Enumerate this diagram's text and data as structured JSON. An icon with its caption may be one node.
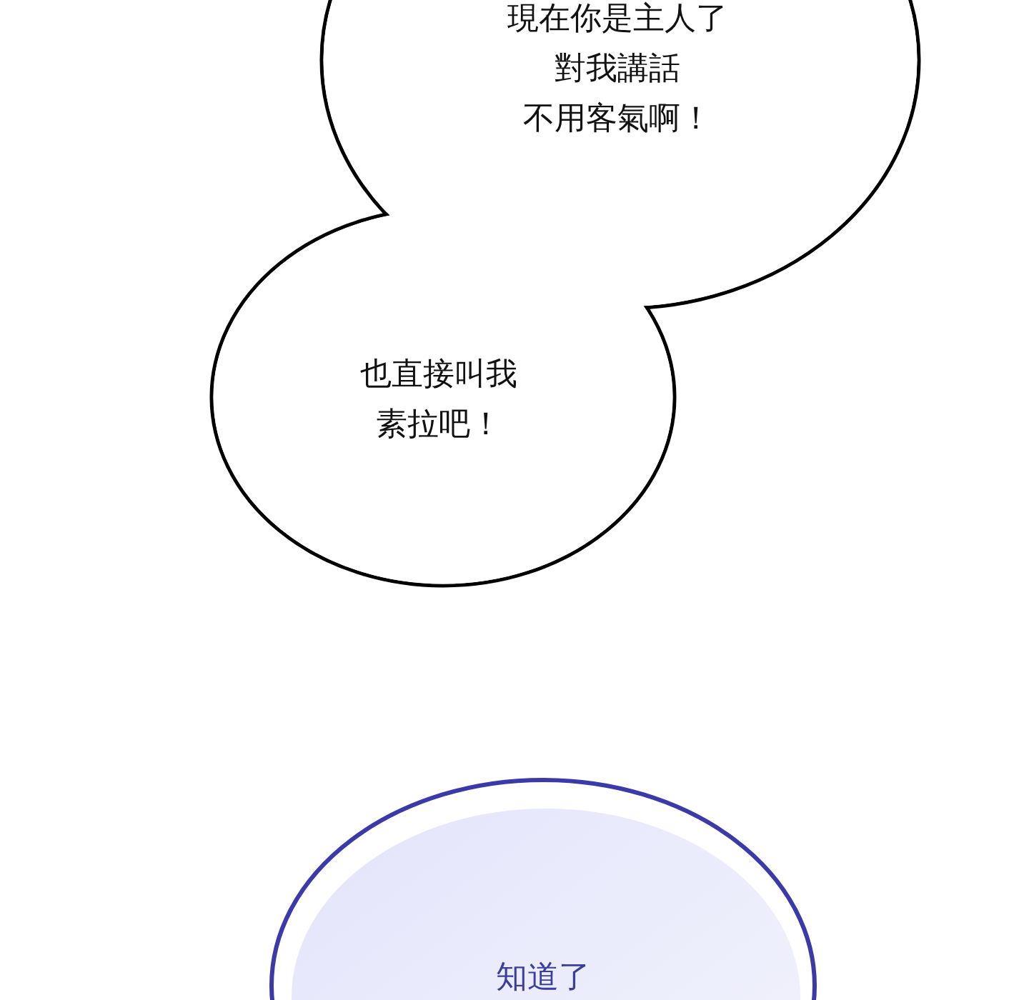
{
  "diagram": {
    "nodes": [
      {
        "text": [
          "現在你是主人了對我講話不用客氣啊！",
          "也直接叫我素拉吧！"
        ]
      },
      {
        "text": [
          "知道了"
        ]
      }
    ]
  }
}
